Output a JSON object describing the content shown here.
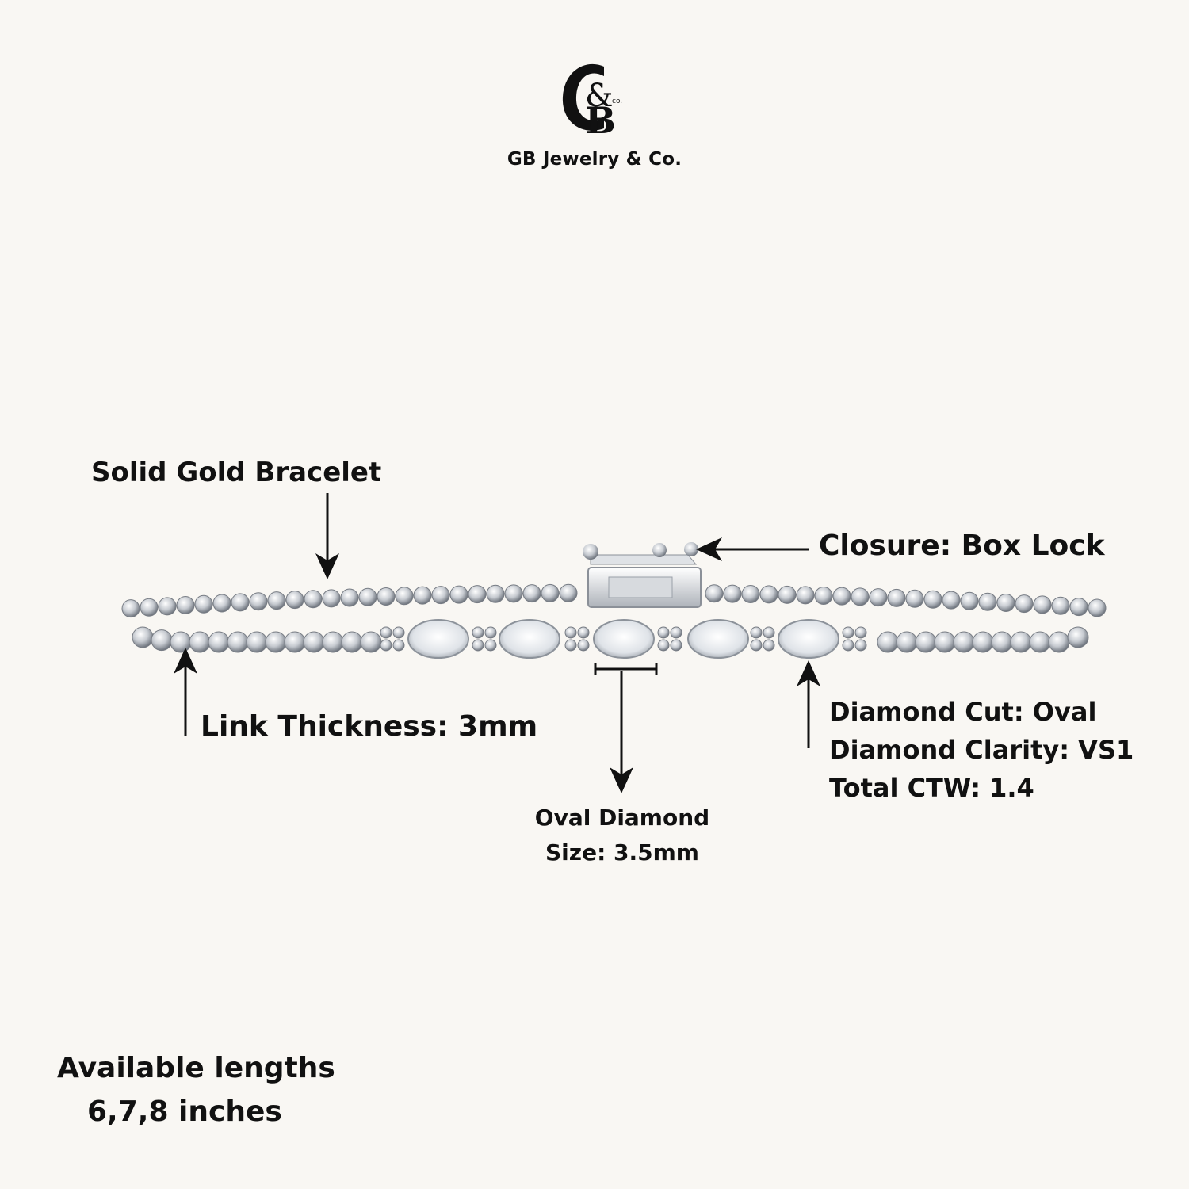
{
  "brand": {
    "logo_letters": "G&B",
    "logo_suffix": "co.",
    "name": "GB Jewelry & Co."
  },
  "annotations": {
    "material": "Solid Gold Bracelet",
    "closure": "Closure: Box Lock",
    "link_thickness": "Link Thickness: 3mm",
    "diamond_cut": "Diamond Cut: Oval",
    "diamond_clarity": "Diamond Clarity: VS1",
    "total_ctw": "Total CTW: 1.4",
    "oval_size_line1": "Oval Diamond",
    "oval_size_line2": "Size: 3.5mm"
  },
  "lengths": {
    "heading": "Available lengths",
    "values": "6,7,8 inches"
  },
  "colors": {
    "background": "#f9f7f3",
    "text": "#111111",
    "metal": "#c9ccd1",
    "metal_dark": "#7d828a",
    "diamond": "#eef0f3"
  },
  "icons": [
    "brand-logo-icon",
    "bracelet-image",
    "arrow-icon"
  ]
}
